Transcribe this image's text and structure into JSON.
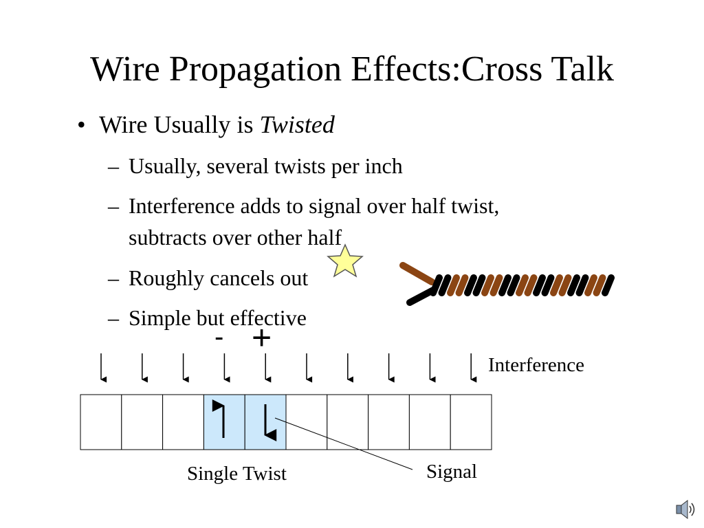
{
  "slide": {
    "title": "Wire Propagation Effects:Cross Talk",
    "bullet": {
      "text": "Wire Usually is ",
      "emphasis": "Twisted"
    },
    "sub_items": [
      "Usually, several twists per inch",
      "Interference adds to signal over half twist,",
      "subtracts over other half",
      "Roughly cancels out",
      "Simple but effective"
    ],
    "diagram": {
      "minus_sign": "-",
      "plus_sign": "+",
      "interference_label": "Interference",
      "single_twist_label": "Single Twist",
      "signal_label": "Signal",
      "cell_count": 10,
      "highlight_color": "#cce8fb",
      "wire_colors": [
        "#8b4513",
        "#000000"
      ]
    },
    "icons": {
      "star": "star-icon",
      "speaker": "speaker-icon"
    }
  }
}
